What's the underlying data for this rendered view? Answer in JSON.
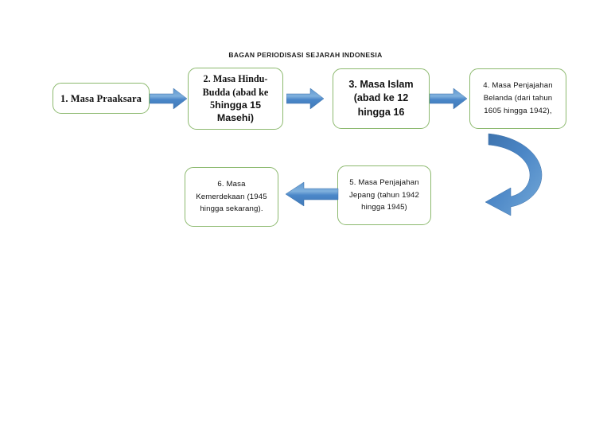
{
  "title": "BAGAN PERIODISASI SEJARAH INDONESIA",
  "colors": {
    "box_border": "#8cb96e",
    "box_fill": "#ffffff",
    "arrow_blue": "#4a86c8",
    "arrow_blue_light": "#7fb0dd",
    "arrow_blue_dark": "#3b6fa8",
    "text": "#111111",
    "page_background": "#ffffff"
  },
  "nodes": [
    {
      "id": 1,
      "number": "1.",
      "label": "1. Masa Praaksara",
      "lines": [
        "1. Masa Praaksara"
      ]
    },
    {
      "id": 2,
      "number": "2.",
      "label": "2. Masa Hindu-Budda (abad ke 5 hingga 15 Masehi)",
      "lines": [
        "2. Masa Hindu-",
        "Budda (abad ke 5",
        "hingga 15",
        "Masehi)"
      ]
    },
    {
      "id": 3,
      "number": "3.",
      "label": "3. Masa Islam (abad ke 12 hingga 16",
      "lines": [
        "3. Masa Islam",
        "(abad ke 12",
        "hingga 16"
      ]
    },
    {
      "id": 4,
      "number": "4.",
      "label": "4. Masa Penjajahan Belanda (dari tahun 1605 hingga 1942),",
      "lines": [
        "4. Masa Penjajahan",
        "Belanda (dari tahun",
        "1605 hingga 1942),"
      ]
    },
    {
      "id": 5,
      "number": "5.",
      "label": "5. Masa Penjajahan Jepang (tahun 1942 hingga 1945)",
      "lines": [
        "5. Masa Penjajahan",
        "Jepang (tahun 1942",
        "hingga 1945)"
      ]
    },
    {
      "id": 6,
      "number": "6.",
      "label": "6. Masa Kemerdekaan (1945 hingga sekarang).",
      "lines": [
        "6. Masa",
        "Kemerdekaan (1945",
        "hingga sekarang)."
      ]
    }
  ],
  "node_text": {
    "n1": "1. Masa Praaksara",
    "n2_serif": "2. Masa Hindu-\nBudda (abad ke 5",
    "n2_sans": "hingga 15\nMasehi)",
    "n3": "3. Masa Islam\n(abad ke 12\nhingga 16",
    "n4": "4. Masa Penjajahan\nBelanda (dari tahun\n1605 hingga 1942),",
    "n5": "5. Masa Penjajahan\nJepang (tahun 1942\nhingga 1945)",
    "n6": "6. Masa\nKemerdekaan (1945\nhingga sekarang)."
  },
  "connectors": [
    {
      "id": "arrow-1-2",
      "from": 1,
      "to": 2,
      "direction": "right",
      "shape": "straight"
    },
    {
      "id": "arrow-2-3",
      "from": 2,
      "to": 3,
      "direction": "right",
      "shape": "straight"
    },
    {
      "id": "arrow-3-4",
      "from": 3,
      "to": 4,
      "direction": "right",
      "shape": "straight"
    },
    {
      "id": "arrow-4-5",
      "from": 4,
      "to": 5,
      "direction": "down-left",
      "shape": "curved"
    },
    {
      "id": "arrow-5-6",
      "from": 5,
      "to": 6,
      "direction": "left",
      "shape": "straight"
    }
  ]
}
